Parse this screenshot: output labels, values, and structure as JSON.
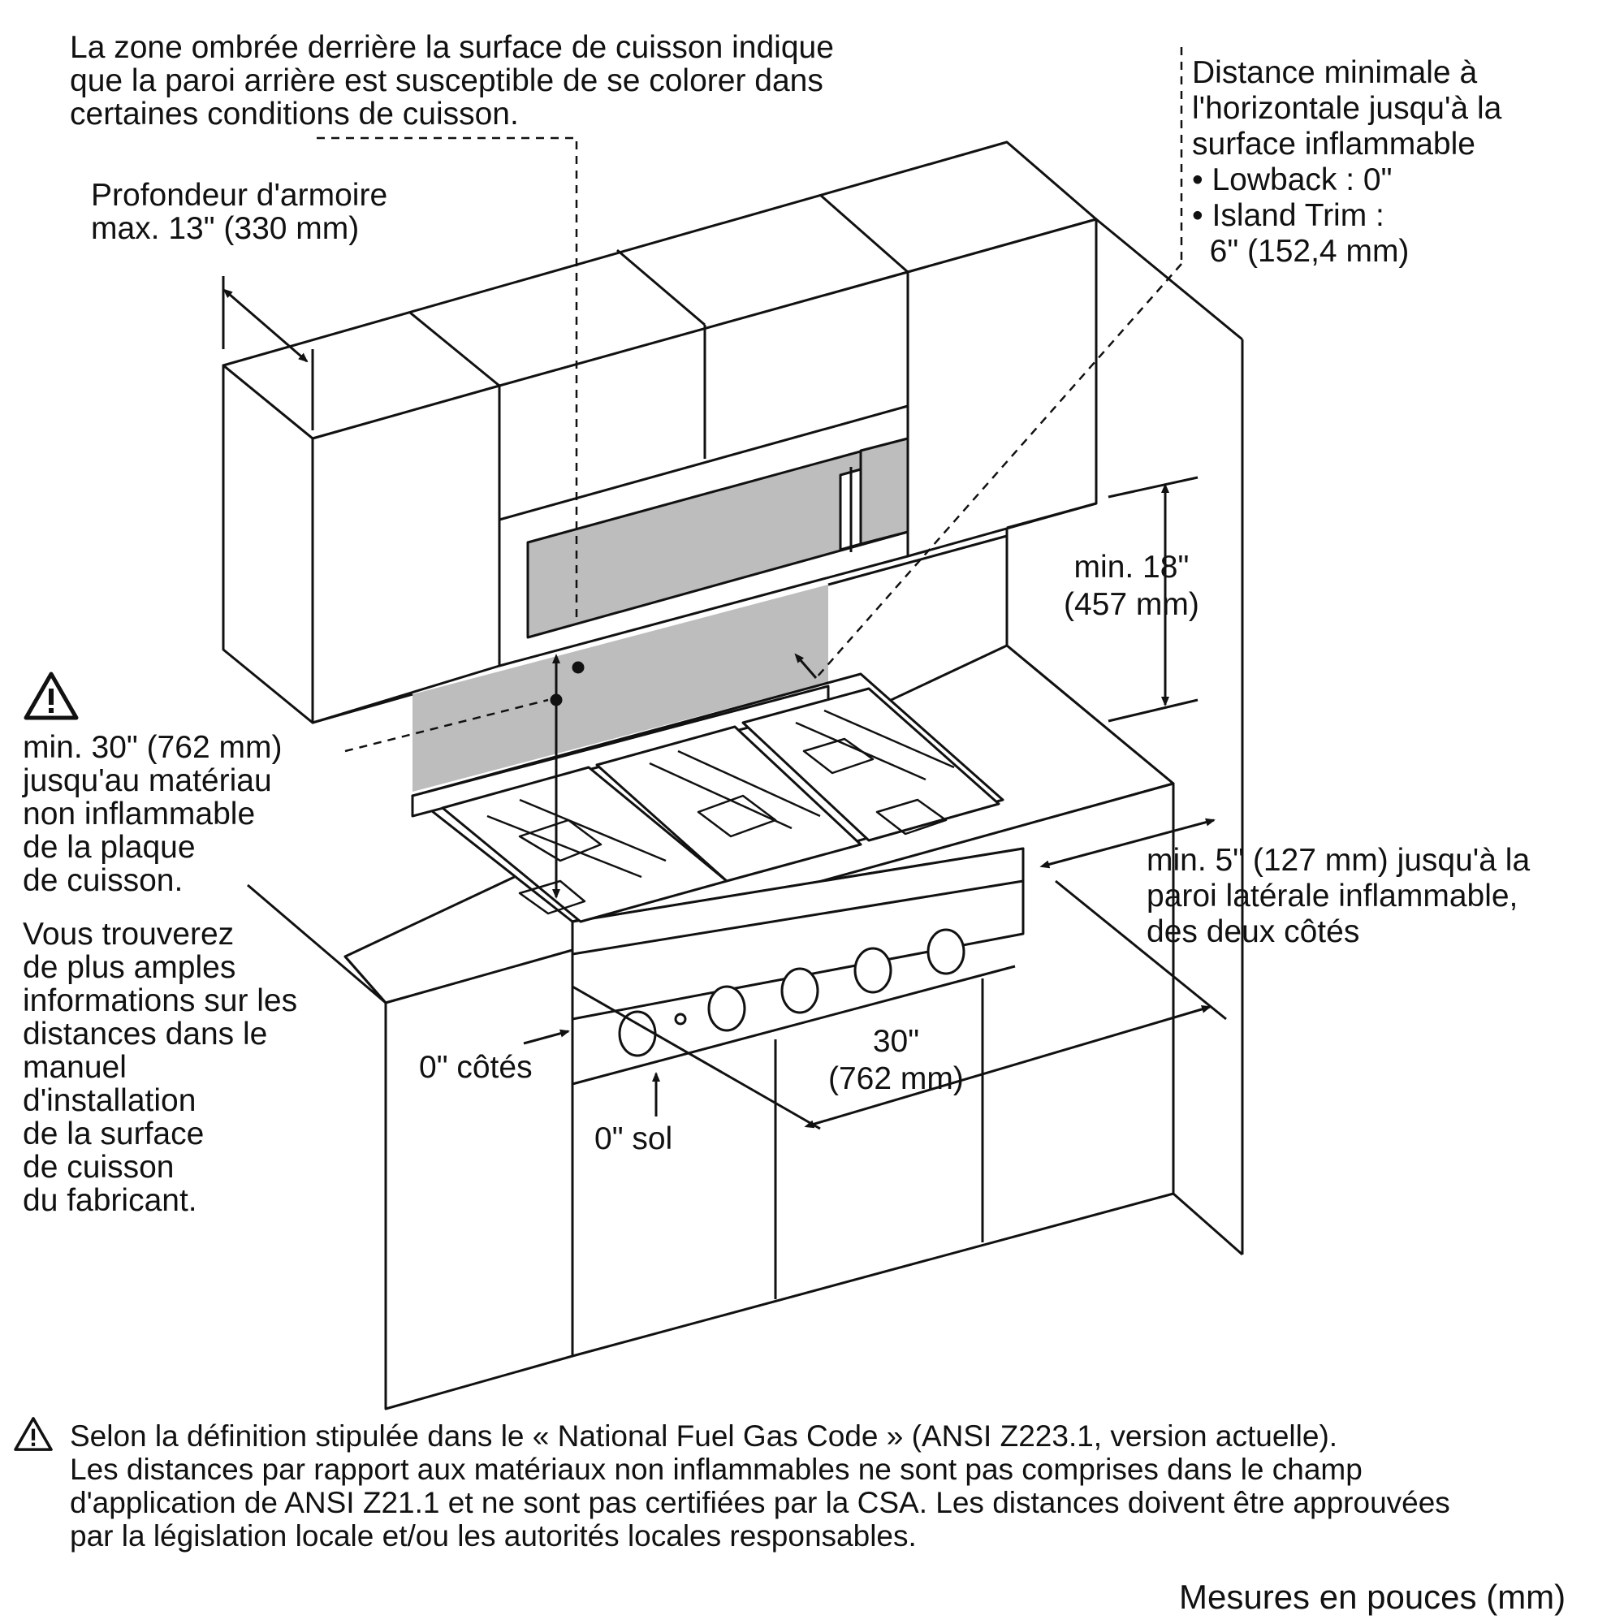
{
  "labels": {
    "shaded_zone_note": "La zone ombrée derrière la surface de cuisson indique\nque la paroi arrière est susceptible de se colorer dans\ncertaines conditions de cuisson.",
    "cabinet_depth": "Profondeur d'armoire\nmax. 13\" (330 mm)",
    "horizontal_distance": "Distance minimale à\nl'horizontale jusqu'à la\nsurface inflammable\n• Lowback : 0\"\n• Island Trim :\n  6\" (152,4 mm)",
    "min_18": "min. 18\"\n(457 mm)",
    "min_30": "min. 30\" (762 mm)\njusqu'au matériau\nnon inflammable\nde la plaque\nde cuisson.",
    "more_info": "Vous trouverez\nde plus amples\ninformations sur les\ndistances dans le\nmanuel\nd'installation\nde la surface\nde cuisson\ndu fabricant.",
    "min_5": "min. 5\" (127 mm) jusqu'à la\nparoi latérale inflammable,\ndes deux côtés",
    "sides_0": "0\" côtés",
    "width_30": "30\"\n(762 mm)",
    "floor_0": "0\" sol",
    "footnote": "Selon la définition stipulée dans le « National Fuel Gas Code » (ANSI Z223.1, version actuelle).\nLes distances par rapport aux matériaux non inflammables ne sont pas comprises dans le champ\nd'application de ANSI Z21.1 et ne sont pas certifiées par la CSA. Les distances doivent être approuvées\npar la législation locale et/ou les autorités locales responsables.",
    "units": "Mesures en pouces (mm)"
  },
  "icons": {
    "warning_top": "warning-triangle-icon",
    "warning_bottom": "warning-triangle-icon"
  },
  "colors": {
    "line": "#111111",
    "shade": "#bdbdbd",
    "background": "#ffffff"
  }
}
